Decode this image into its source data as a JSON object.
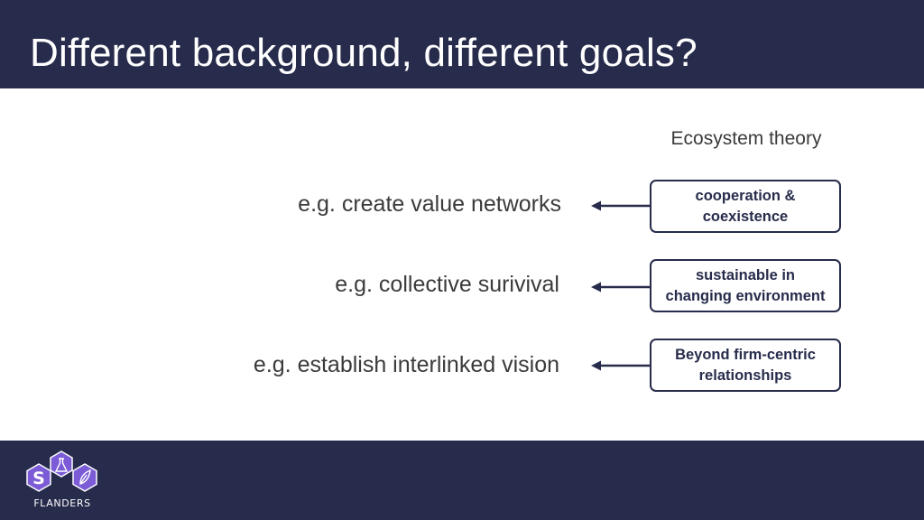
{
  "slide": {
    "title": "Different background, different goals?",
    "column_heading": "Ecosystem theory",
    "rows": [
      {
        "goal": "e.g. create value networks",
        "box_line1": "cooperation &",
        "box_line2": "coexistence"
      },
      {
        "goal": "e.g. collective surivival",
        "box_line1": "sustainable in",
        "box_line2": "changing environment"
      },
      {
        "goal": "e.g. establish interlinked vision",
        "box_line1": "Beyond firm-centric",
        "box_line2": "relationships"
      }
    ]
  },
  "footer": {
    "logo_letter": "S",
    "logo_text": "FLANDERS"
  },
  "colors": {
    "navy": "#272c4c",
    "logo_purple": "#7b5cd6",
    "text_gray": "#3b3b3b"
  }
}
